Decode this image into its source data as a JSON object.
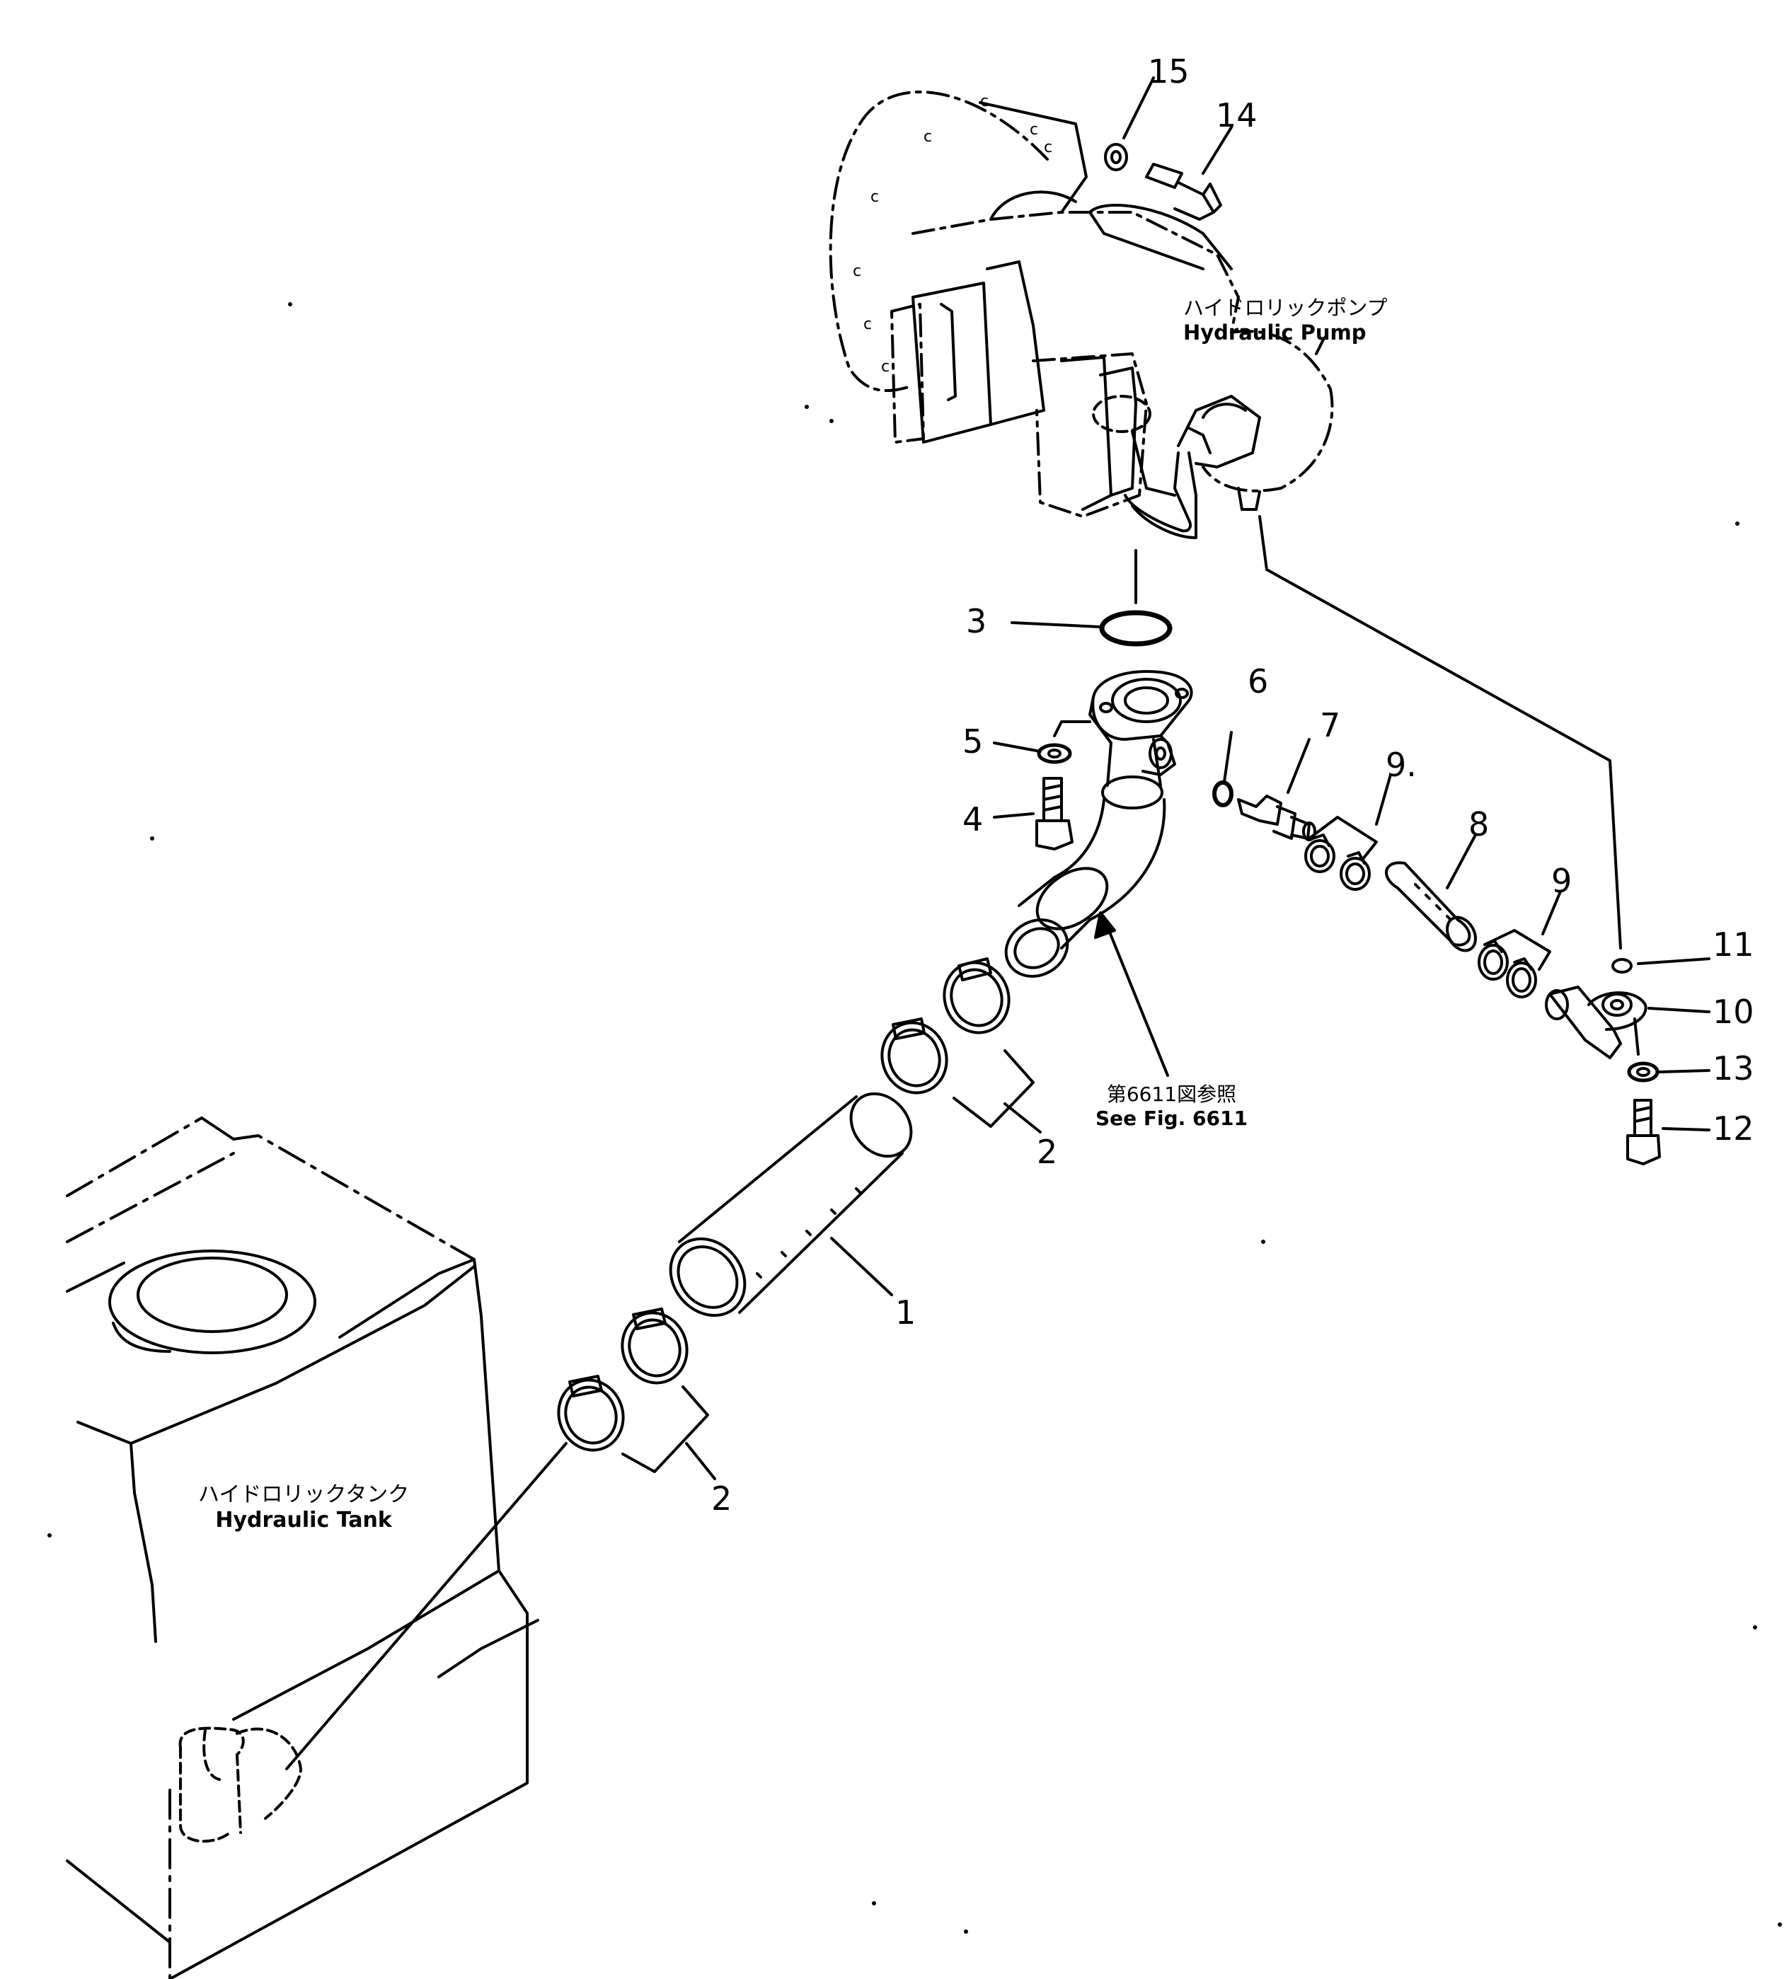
{
  "diagram": {
    "callouts": [
      {
        "id": "c15",
        "text": "15"
      },
      {
        "id": "c14",
        "text": "14"
      },
      {
        "id": "c3",
        "text": "3"
      },
      {
        "id": "c6",
        "text": "6"
      },
      {
        "id": "c7",
        "text": "7"
      },
      {
        "id": "c5",
        "text": "5"
      },
      {
        "id": "c4",
        "text": "4"
      },
      {
        "id": "c9a",
        "text": "9."
      },
      {
        "id": "c8",
        "text": "8"
      },
      {
        "id": "c9b",
        "text": "9"
      },
      {
        "id": "c11",
        "text": "11"
      },
      {
        "id": "c10",
        "text": "10"
      },
      {
        "id": "c13",
        "text": "13"
      },
      {
        "id": "c12",
        "text": "12"
      },
      {
        "id": "c2a",
        "text": "2"
      },
      {
        "id": "c1",
        "text": "1"
      },
      {
        "id": "c2b",
        "text": "2"
      }
    ],
    "pump_label": {
      "jp": "ハイドロリックポンプ",
      "en": "Hydraulic Pump"
    },
    "tank_label": {
      "jp": "ハイドロリックタンク",
      "en": "Hydraulic Tank"
    },
    "see_fig_label": {
      "jp": "第6611図参照",
      "en": "See Fig. 6611"
    }
  }
}
